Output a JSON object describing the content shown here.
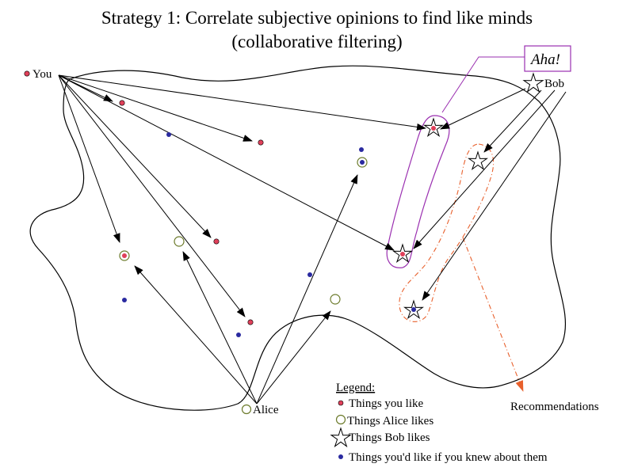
{
  "title": {
    "line1": "Strategy 1: Correlate subjective opinions to find like minds",
    "line2": "(collaborative filtering)"
  },
  "labels": {
    "you": "You",
    "bob": "Bob",
    "alice": "Alice",
    "aha": "Aha!",
    "recommendations": "Recommendations"
  },
  "legend": {
    "heading": "Legend:",
    "items": [
      "Things you like",
      "Things Alice likes",
      "Things Bob likes",
      "Things you'd like if you knew about them"
    ]
  },
  "colors": {
    "you_like": "#e0405a",
    "unknown_like": "#2a2aa0",
    "alice_like": "#6b7a2a",
    "aha_outline": "#9a2fb0",
    "recommend_outline": "#e8602c",
    "ink": "#000000"
  }
}
